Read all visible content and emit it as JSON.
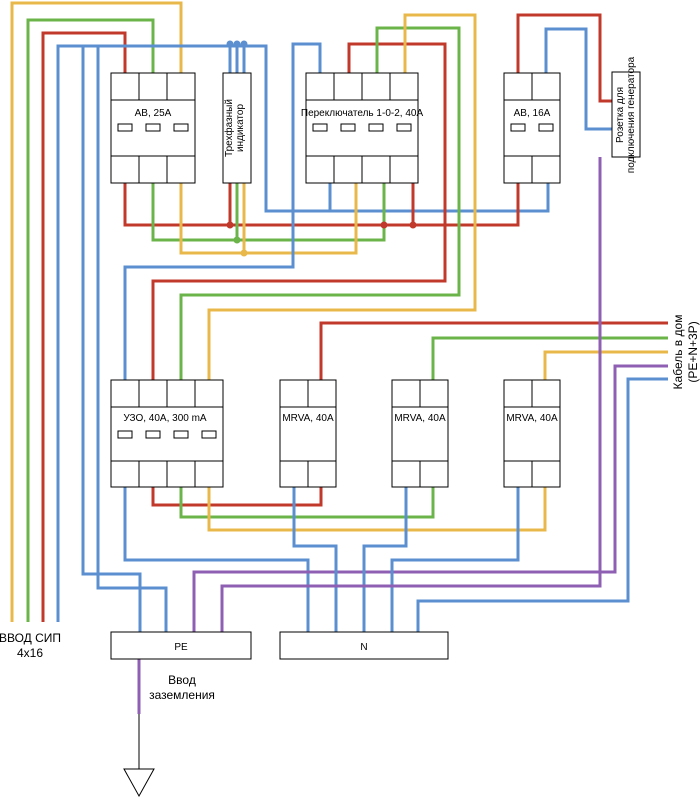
{
  "colors": {
    "phase_yellow": "#E8B84A",
    "phase_green": "#6BB44A",
    "phase_red": "#C0392B",
    "neutral_blue": "#5B8FD0",
    "pe_purple": "#8E5FB2",
    "outline": "#000000"
  },
  "devices": {
    "breaker_25": "АВ, 25А",
    "indicator": [
      "Трехфазный",
      "индикатор"
    ],
    "switch": "Переключатель 1-0-2, 40А",
    "breaker_16": "АВ, 16А",
    "generator_socket": [
      "Розетка для",
      "подключения генератора"
    ],
    "rcd": "УЗО, 40А, 300 mA",
    "mrva_1": "MRVA, 40A",
    "mrva_2": "MRVA, 40A",
    "mrva_3": "MRVA, 40A",
    "pe_bus": "PE",
    "n_bus": "N"
  },
  "labels": {
    "sip_input": [
      "ВВОД СИП",
      "4x16"
    ],
    "ground_input": [
      "Ввод",
      "заземления"
    ],
    "house_cable": [
      "Кабель в дом",
      "(PE+N+3P)"
    ]
  }
}
